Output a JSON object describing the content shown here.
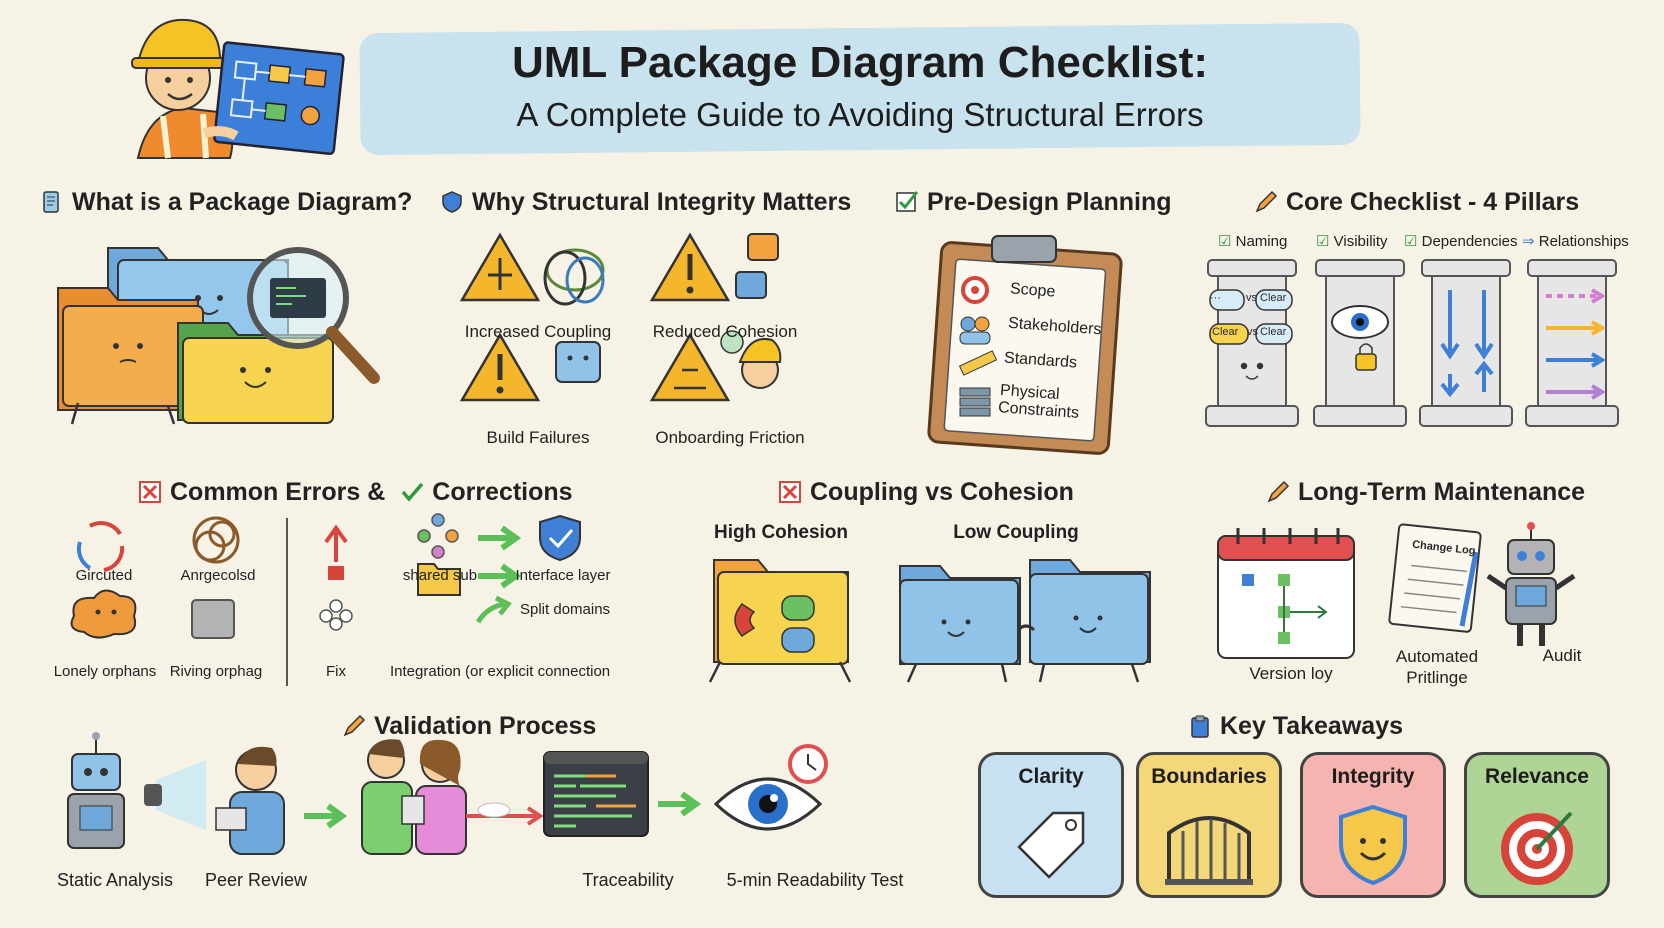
{
  "header": {
    "title": "UML Package Diagram Checklist:",
    "subtitle": "A Complete Guide to Avoiding Structural Errors"
  },
  "sections": {
    "what": {
      "heading": "What is a Package Diagram?"
    },
    "why": {
      "heading": "Why Structural Integrity Matters",
      "items": [
        "Increased Coupling",
        "Reduced Cohesion",
        "Build Failures",
        "Onboarding Friction"
      ]
    },
    "pre_design": {
      "heading": "Pre-Design Planning",
      "items": [
        "Scope",
        "Stakeholders",
        "Standards",
        "Physical",
        "Constraints"
      ]
    },
    "core": {
      "heading": "Core Checklist - 4 Pillars",
      "pillars": [
        "Naming",
        "Visibility",
        "Dependencies",
        "Relationships"
      ],
      "naming_tags": [
        "vs",
        "Clear",
        "vs",
        "Clear",
        "Clear"
      ]
    },
    "errors": {
      "heading_left": "Common Errors &",
      "heading_right": "Corrections",
      "items": [
        "Gircuted",
        "Anrgecolsd",
        "Lonely orphans",
        "Riving orphag",
        "Fix",
        "shared sub",
        "Interface layer",
        "Split domains",
        "Integration (or explicit connection"
      ]
    },
    "coupling": {
      "heading": "Coupling vs Cohesion",
      "left": "High Cohesion",
      "right": "Low Coupling"
    },
    "maintenance": {
      "heading": "Long-Term Maintenance",
      "items": [
        "Version loy",
        "Automated Pritlinge",
        "Audit"
      ],
      "log_label": "Change Log"
    },
    "validation": {
      "heading": "Validation Process",
      "steps": [
        "Static Analysis",
        "Peer Review",
        "Traceability",
        "5-min Readability Test"
      ]
    },
    "takeaways": {
      "heading": "Key Takeaways",
      "cards": [
        "Clarity",
        "Boundaries",
        "Integrity",
        "Relevance"
      ]
    }
  },
  "colors": {
    "title_band": "#bfe0ee",
    "folder_blue": "#8fc3e8",
    "folder_yellow": "#f5c84a",
    "folder_orange": "#f2a340",
    "warning": "#f4b62a",
    "green_arrow": "#5cbf5a",
    "red_mark": "#e05050",
    "card_blue": "#c7e1f2",
    "card_yellow": "#f3d778",
    "card_pink": "#f6b4b0",
    "card_green": "#aed595"
  }
}
